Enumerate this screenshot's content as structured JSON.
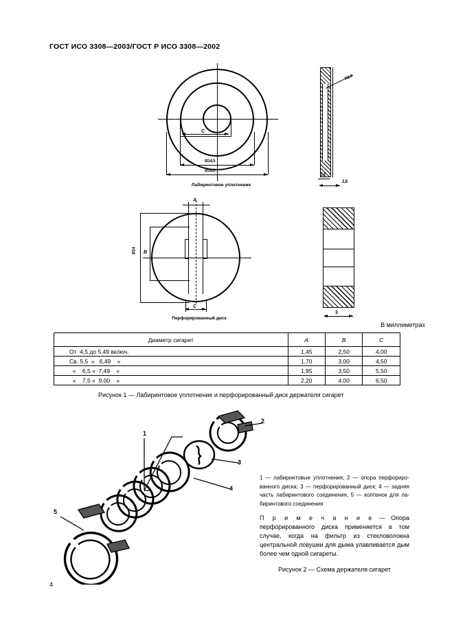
{
  "document": {
    "header": "ГОСТ ИСО 3308—2003/ГОСТ Р ИСО 3308—2002",
    "page_number": "4",
    "units_label": "В миллиметрах"
  },
  "figure1": {
    "labyrinth_caption": "Лабиринтовое уплотнение",
    "perforated_caption": "Перфорированный диск",
    "dimensions": {
      "outer_diameter": "Ø19,0",
      "inner_diameter": "Ø14,5",
      "c_label": "C",
      "radius": "R2,0",
      "thin": "0,2",
      "thick": "2,8",
      "disc_diameter": "Ø14",
      "a_label": "A",
      "b_label": "B",
      "c_label2": "C",
      "section_thickness": "3"
    },
    "caption": "Рисунок 1 — Лабиринтовое уплотнение и перфорированный диск держателя сигарет"
  },
  "table": {
    "headers": [
      "Диаметр сигарет",
      "A",
      "B",
      "C"
    ],
    "rows": [
      [
        "От  4,5 до 5,49 включ.",
        "1,45",
        "2,50",
        "4,00"
      ],
      [
        "Св. 5,5  «   6,49    «",
        "1,70",
        "3,00",
        "4,50"
      ],
      [
        "  «    6,5 «  7,49    «",
        "1,95",
        "3,50",
        "5,50"
      ],
      [
        "  «    7,5 «  9,00    «",
        "2,20",
        "4,00",
        "6,50"
      ]
    ]
  },
  "figure2": {
    "callouts": [
      "1",
      "2",
      "3",
      "4",
      "5"
    ],
    "legend": "1 — лабиринтовые уплотнения; 2 — опора перфориро­ванного диска; 3 — перфорированный диск; 4 — задняя часть лабиринтового соединения, 5 — колпачок для ла­биринтового соединения",
    "note_label": "П р и м е ч а н и е",
    "note_text": " — Опора перфорированно­го диска применяется в том случае, когда на фильтр из стекловолокна центральной ловушки для дыма улавливается дым более чем одной сига­реты.",
    "caption": "Рисунок 2 — Схема держателя сигарет"
  }
}
